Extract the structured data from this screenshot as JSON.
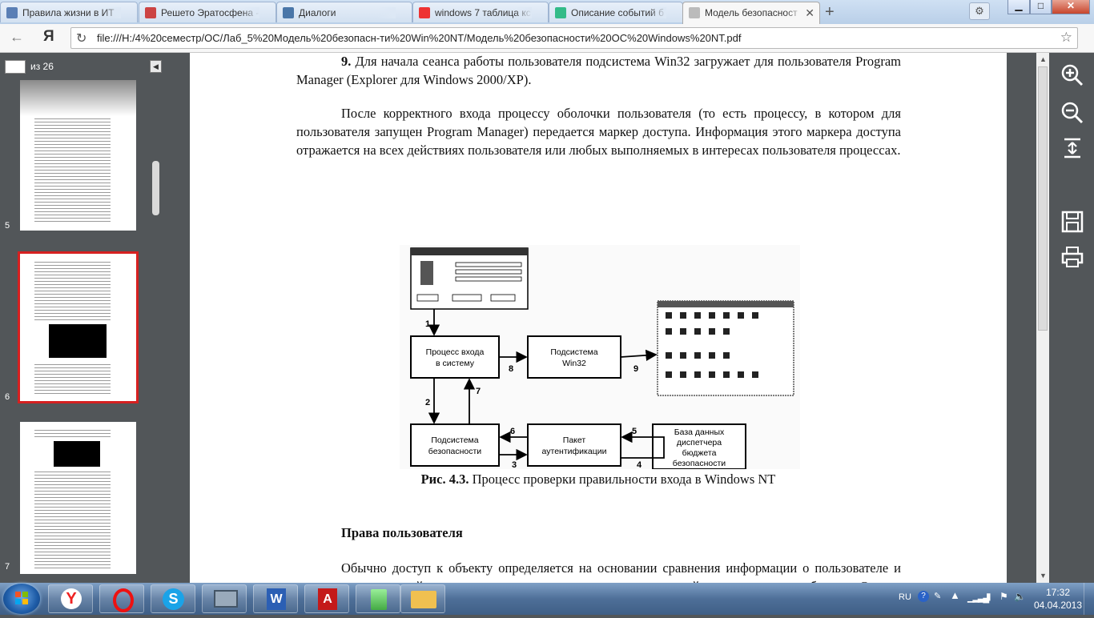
{
  "tabs": [
    {
      "title": "Правила жизни в ИТ",
      "favicon_color": "#5a7fb5"
    },
    {
      "title": "Решето Эратосфена -",
      "favicon_color": "#c44"
    },
    {
      "title": "Диалоги",
      "favicon_color": "#4a76a8"
    },
    {
      "title": "windows 7 таблица кс",
      "favicon_color": "#e33"
    },
    {
      "title": "Описание событий б",
      "favicon_color": "#3b8"
    },
    {
      "title": "Модель безопасност",
      "favicon_color": "#999",
      "active": true
    }
  ],
  "window_controls": {
    "minimize": "▁",
    "maximize": "□",
    "close": "✕"
  },
  "nav": {
    "back_icon": "←",
    "yandex_label": "Я",
    "url": "file:///H:/4%20семестр/ОС/Лаб_5%20Модель%20безопасн-ти%20Win%20NT/Модель%20безопасности%20ОС%20Windows%20NT.pdf"
  },
  "pdf": {
    "page_input": "",
    "page_total": "из 26",
    "thumbnails": [
      {
        "number": "5"
      },
      {
        "number": "6",
        "selected": true
      },
      {
        "number": "7"
      }
    ]
  },
  "document": {
    "para1_num": "9.",
    "para1": "Для начала сеанса работы пользователя подсистема Win32 загружает для пользователя Program Manager (Explorer для Windows 2000/XP).",
    "para2": "После корректного входа процессу оболочки пользователя (то есть процессу, в котором для пользователя запущен Program Manager) передается маркер доступа. Информация этого маркера доступа отражается на всех действиях пользователя или любых выполняемых в интересах пользователя процессах.",
    "figure": {
      "boxes": {
        "login": [
          "Процесс входа",
          "в систему"
        ],
        "win32": [
          "Подсистема",
          "Win32"
        ],
        "security": [
          "Подсистема",
          "безопасности"
        ],
        "auth": [
          "Пакет",
          "аутентификации"
        ],
        "db": [
          "База данных",
          "диспетчера",
          "бюджета",
          "безопасности"
        ]
      },
      "arrows": [
        "1",
        "2",
        "3",
        "4",
        "5",
        "6",
        "7",
        "8",
        "9"
      ]
    },
    "caption_bold": "Рис. 4.3.",
    "caption_text": "Процесс проверки правильности входа в Windows NT",
    "section_title": "Права пользователя",
    "para3": "Обычно доступ к объекту определяется на основании сравнения информации о пользователе и группах, содержащейся в маркере доступа, с разрешениями, действующими для объекта. Однако некоторые операции, выполняемые пользователями, не связаны с отдельными объектами."
  },
  "taskbar": {
    "apps": [
      "yandex-browser",
      "opera",
      "skype",
      "network-app",
      "word",
      "acrobat",
      "app-green",
      "explorer"
    ],
    "language": "RU",
    "time": "17:32",
    "date": "04.04.2013"
  }
}
